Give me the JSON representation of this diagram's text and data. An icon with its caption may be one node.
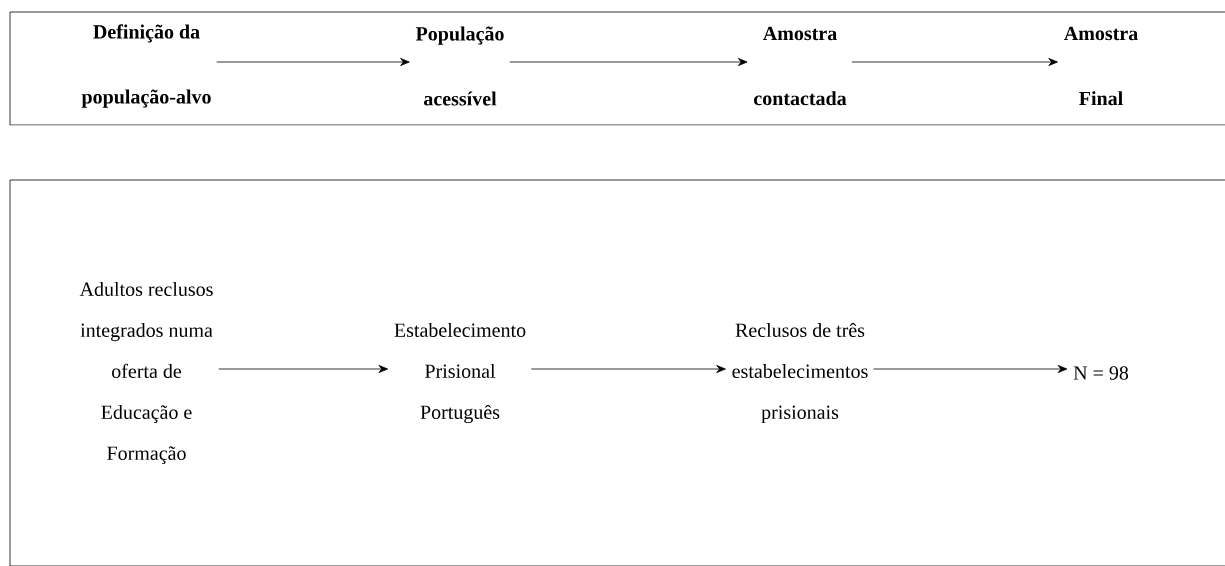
{
  "diagram": {
    "nodes": [
      {
        "text": [],
        "shape": "box"
      },
      {
        "text": [
          "Definição da população-alvo"
        ],
        "in": 0
      },
      {
        "text": [
          "População acessível"
        ],
        "in": 0
      },
      {
        "text": [
          "Amostra contactada"
        ],
        "in": 0
      },
      {
        "text": [
          "Amostra Final"
        ],
        "in": 0
      },
      {
        "text": [],
        "shape": "box"
      },
      {
        "text": [
          "Adultos reclusos integrados numa oferta de Educação e Formação"
        ],
        "in": 5
      },
      {
        "text": [
          "Estabelecimento Prisional Português"
        ],
        "in": 5
      },
      {
        "text": [
          "Reclusos de três estabelecimentos prisionais"
        ],
        "in": 5
      },
      {
        "text": [
          "N = 98"
        ],
        "in": 5
      }
    ],
    "edges": [
      {
        "from": 1,
        "to": 2,
        "arrow": "to"
      },
      {
        "from": 2,
        "to": 3,
        "arrow": "to"
      },
      {
        "from": 3,
        "to": 4,
        "arrow": "to"
      },
      {
        "from": 6,
        "to": 7,
        "arrow": "to"
      },
      {
        "from": 7,
        "to": 8,
        "arrow": "to"
      },
      {
        "from": 8,
        "to": 9,
        "arrow": "to"
      }
    ]
  }
}
